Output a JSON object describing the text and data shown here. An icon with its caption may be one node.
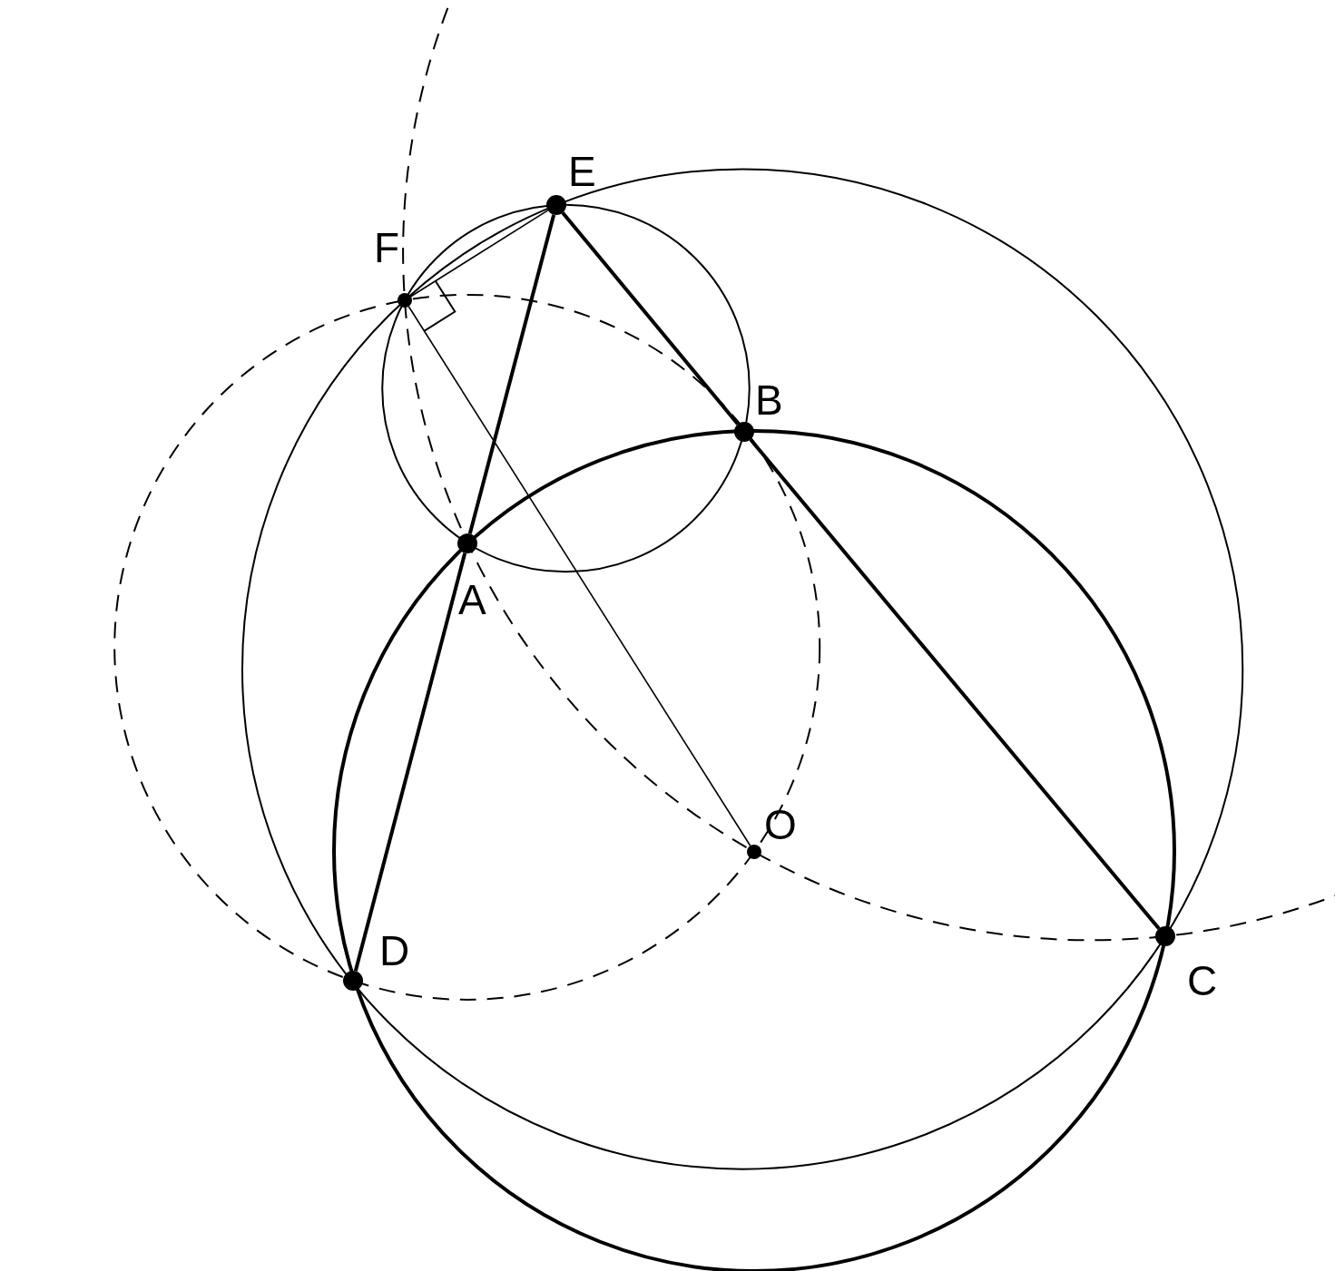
{
  "diagram": {
    "nodes": [
      {
        "text": [],
        "shape": "circle",
        "beside": [
          "E"
        ]
      },
      {
        "text": [],
        "shape": "circle",
        "beside": [
          "F"
        ]
      },
      {
        "text": [],
        "shape": "circle",
        "beside": [
          "B"
        ]
      },
      {
        "text": [],
        "shape": "circle",
        "beside": [
          "A"
        ]
      },
      {
        "text": [],
        "shape": "circle",
        "beside": [
          "O"
        ]
      },
      {
        "text": [],
        "shape": "circle",
        "beside": [
          "D"
        ]
      },
      {
        "text": [],
        "shape": "circle",
        "beside": [
          "C"
        ]
      }
    ],
    "edges": [
      {
        "from": 0,
        "to": 3,
        "arrow": "none"
      },
      {
        "from": 3,
        "to": 5,
        "arrow": "none"
      },
      {
        "from": 0,
        "to": 2,
        "arrow": "none"
      },
      {
        "from": 2,
        "to": 6,
        "arrow": "none"
      },
      {
        "from": 1,
        "to": 0,
        "arrow": "none"
      },
      {
        "from": 1,
        "to": 4,
        "arrow": "none"
      }
    ]
  }
}
